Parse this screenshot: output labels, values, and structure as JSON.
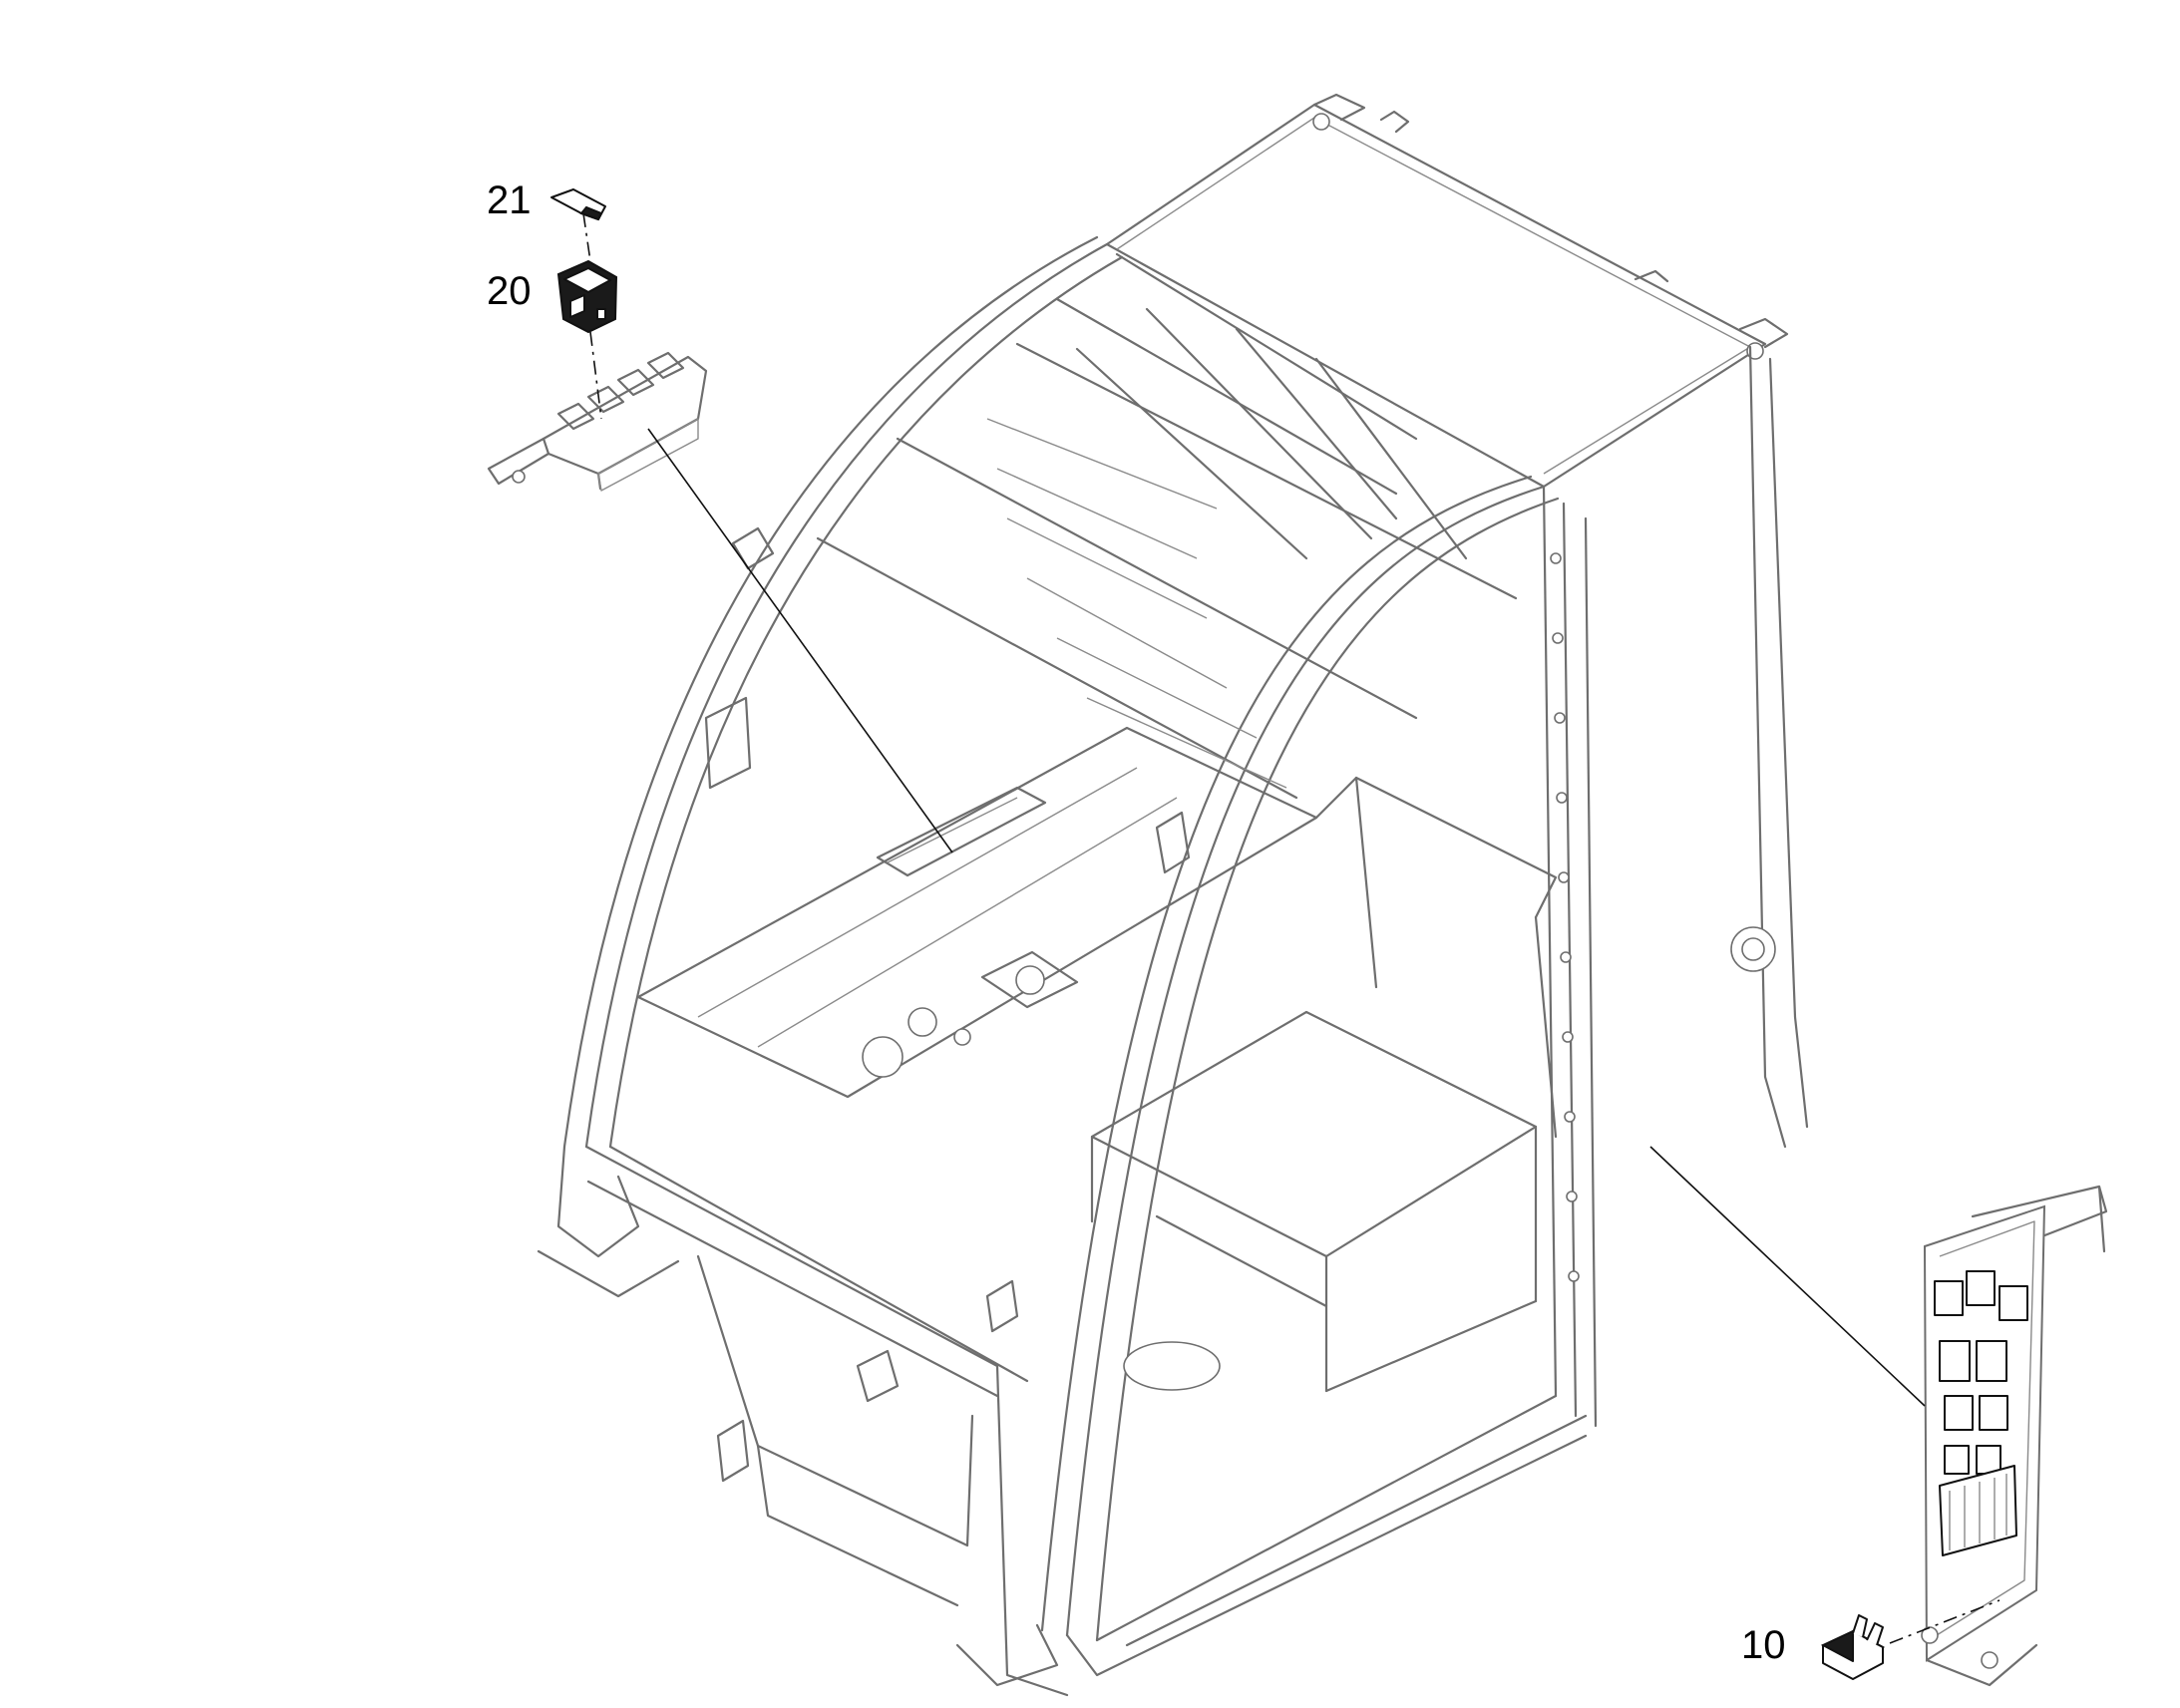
{
  "callouts": {
    "label_21": "21",
    "label_20": "20",
    "label_10": "10"
  },
  "colors": {
    "frame_line": "#6e6e6e",
    "part_line": "#111111",
    "background": "#ffffff"
  }
}
